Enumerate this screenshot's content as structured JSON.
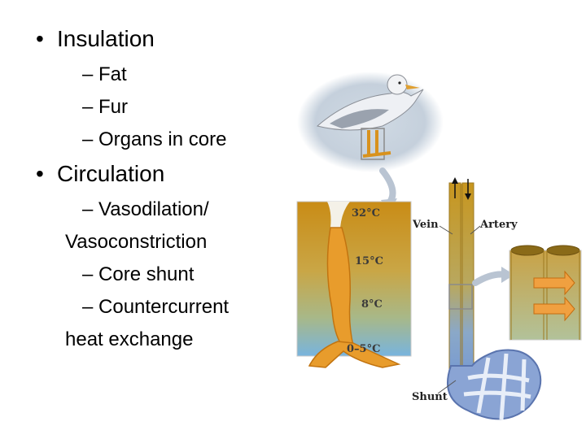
{
  "slide": {
    "bullets": [
      {
        "label": "Insulation",
        "subitems": [
          "– Fat",
          "– Fur",
          "– Organs in core"
        ]
      },
      {
        "label": "Circulation",
        "subitems": [
          "– Vasodilation/",
          "Vasoconstriction",
          "– Core shunt",
          "– Countercurrent",
          "heat exchange"
        ]
      }
    ]
  },
  "figure": {
    "temps": [
      "32°C",
      "15°C",
      "8°C",
      "0–5°C"
    ],
    "labels": {
      "vein": "Vein",
      "artery": "Artery",
      "shunt": "Shunt"
    },
    "colors": {
      "leg_warm": "#c48a1a",
      "leg_cold": "#6aaedc",
      "arrow": "#f0a040",
      "vessel": "#c89a2c"
    }
  }
}
